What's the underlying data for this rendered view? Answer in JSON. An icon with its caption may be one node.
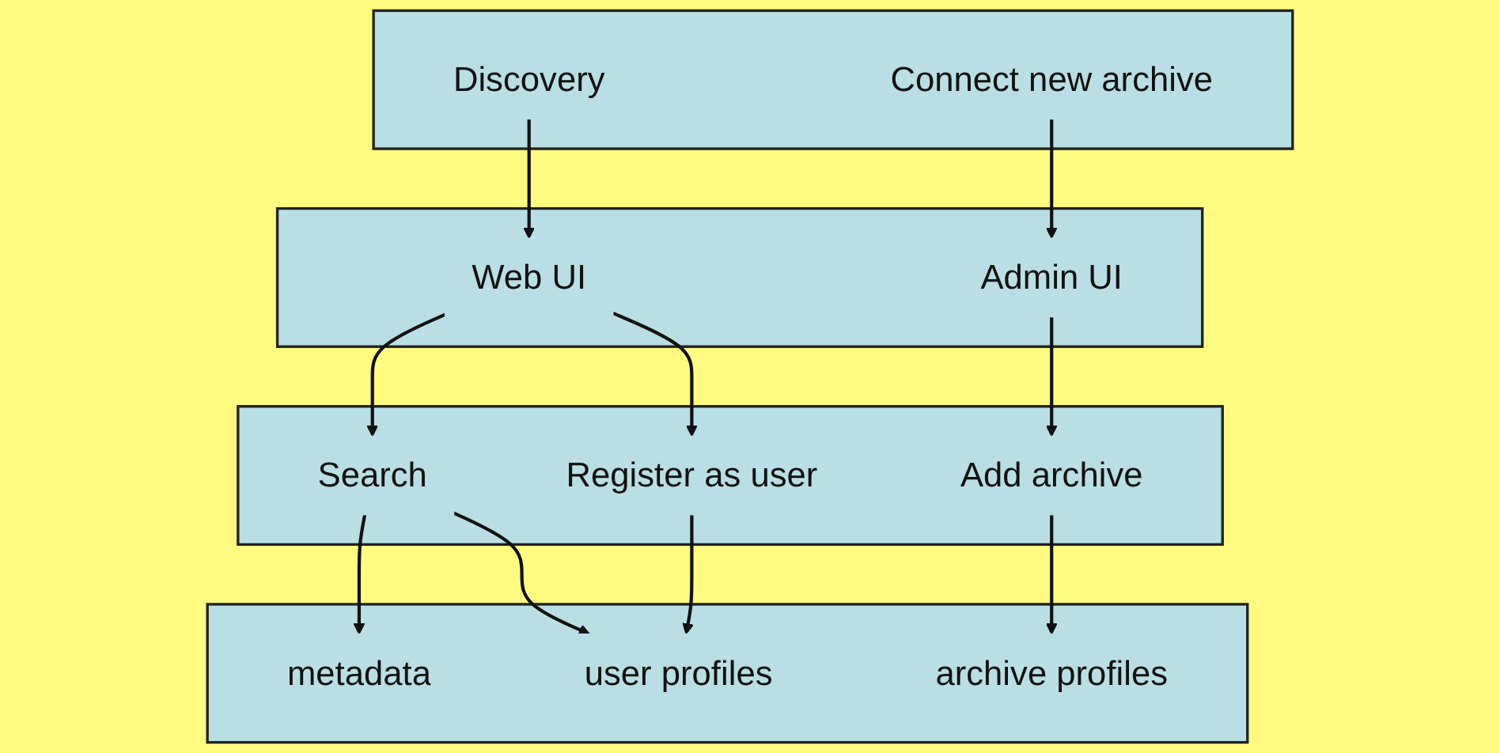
{
  "diagram": {
    "nodes": [
      {
        "text": [],
        "shape": "box"
      },
      {
        "text": [
          "Discovery"
        ],
        "in": 0
      },
      {
        "text": [
          "Connect new archive"
        ],
        "in": 0
      },
      {
        "text": [],
        "shape": "box"
      },
      {
        "text": [
          "Web UI"
        ],
        "in": 3
      },
      {
        "text": [
          "Admin UI"
        ],
        "in": 3
      },
      {
        "text": [],
        "shape": "box"
      },
      {
        "text": [
          "Search"
        ],
        "in": 6
      },
      {
        "text": [
          "Register as user"
        ],
        "in": 6
      },
      {
        "text": [
          "Add archive"
        ],
        "in": 6
      },
      {
        "text": [],
        "shape": "box"
      },
      {
        "text": [
          "metadata"
        ],
        "in": 10
      },
      {
        "text": [
          "user profiles"
        ],
        "in": 10
      },
      {
        "text": [
          "archive profiles"
        ],
        "in": 10
      }
    ],
    "edges": [
      {
        "from": 1,
        "to": 4,
        "arrow": "to"
      },
      {
        "from": 2,
        "to": 5,
        "arrow": "to"
      },
      {
        "from": 4,
        "to": 7,
        "arrow": "to"
      },
      {
        "from": 4,
        "to": 8,
        "arrow": "to"
      },
      {
        "from": 5,
        "to": 9,
        "arrow": "to"
      },
      {
        "from": 7,
        "to": 11,
        "arrow": "to"
      },
      {
        "from": 7,
        "to": 12,
        "arrow": "to"
      },
      {
        "from": 8,
        "to": 12,
        "arrow": "to"
      },
      {
        "from": 9,
        "to": 13,
        "arrow": "to"
      }
    ]
  }
}
